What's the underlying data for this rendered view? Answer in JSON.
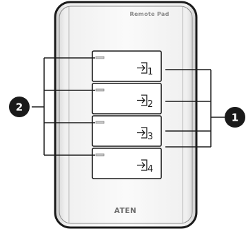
{
  "device": {
    "title": "Remote Pad",
    "brand": "ATEN"
  },
  "buttons": [
    {
      "number": "1"
    },
    {
      "number": "2"
    },
    {
      "number": "3"
    },
    {
      "number": "4"
    }
  ],
  "callouts": {
    "left": "2",
    "right": "1"
  },
  "icons": {
    "button_icon": "input-arrow-icon",
    "led": "led-indicator"
  }
}
